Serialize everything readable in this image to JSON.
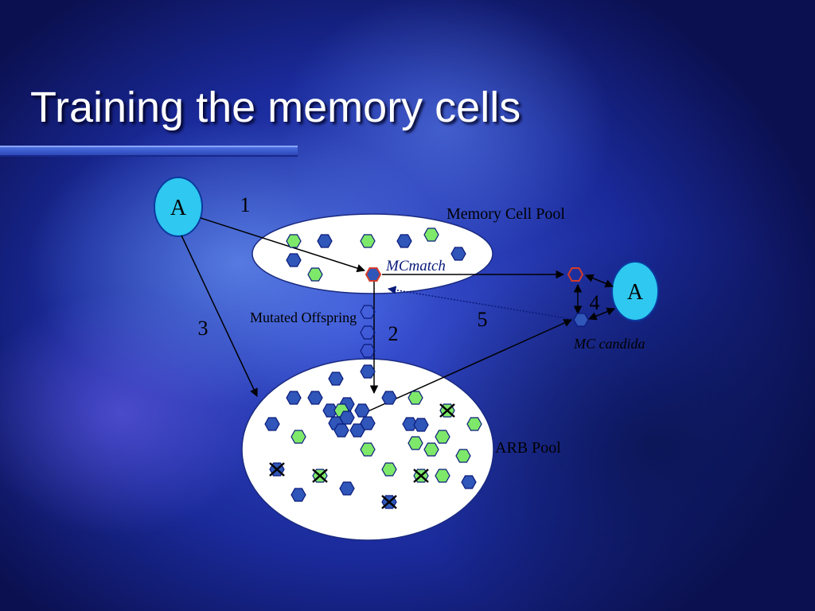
{
  "slide": {
    "title": "Training the memory cells"
  },
  "diagram": {
    "antigen_label": "A",
    "memory_pool_label": "Memory Cell Pool",
    "arb_pool_label": "ARB Pool",
    "mc_match_label": "MCmatch",
    "mc_candidate_label": "MC candida",
    "mutated_offspring_label": "Mutated Offspring",
    "steps": [
      "1",
      "2",
      "3",
      "4",
      "5"
    ],
    "colors": {
      "blue_cell": "#2f56b8",
      "green_cell": "#7ee86a",
      "match_outline": "#d43a2a",
      "antigen_fill": "#2ec8f0",
      "label_blue": "#0a1a7a"
    }
  }
}
